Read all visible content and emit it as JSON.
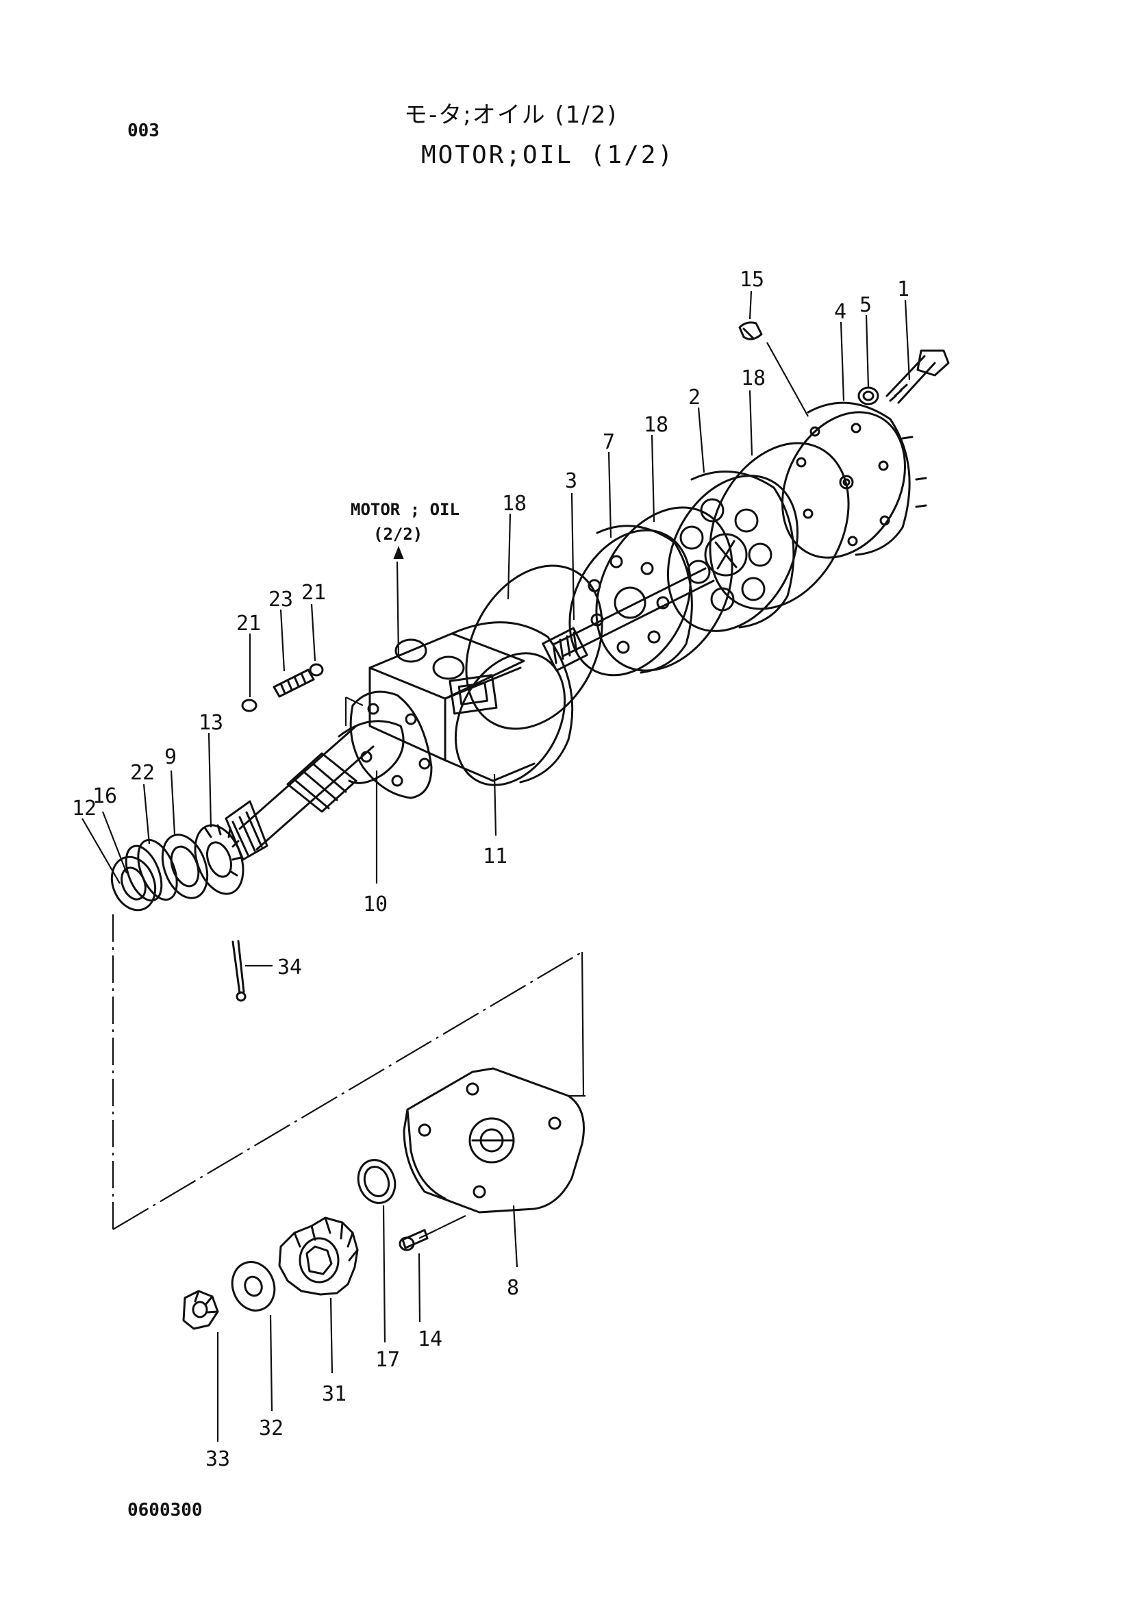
{
  "page_code": "003",
  "title_jp": "モ-タ;オイル (1/2)",
  "title_en": "MOTOR;OIL (1/2)",
  "footer_code": "0600300",
  "ref_label": {
    "line1": "MOTOR ; OIL",
    "line2": "(2/2)"
  },
  "part_numbers": [
    "1",
    "2",
    "3",
    "4",
    "5",
    "7",
    "8",
    "9",
    "10",
    "11",
    "12",
    "13",
    "14",
    "15",
    "16",
    "17",
    "18",
    "18",
    "18",
    "21",
    "21",
    "22",
    "23",
    "31",
    "32",
    "33",
    "34"
  ]
}
